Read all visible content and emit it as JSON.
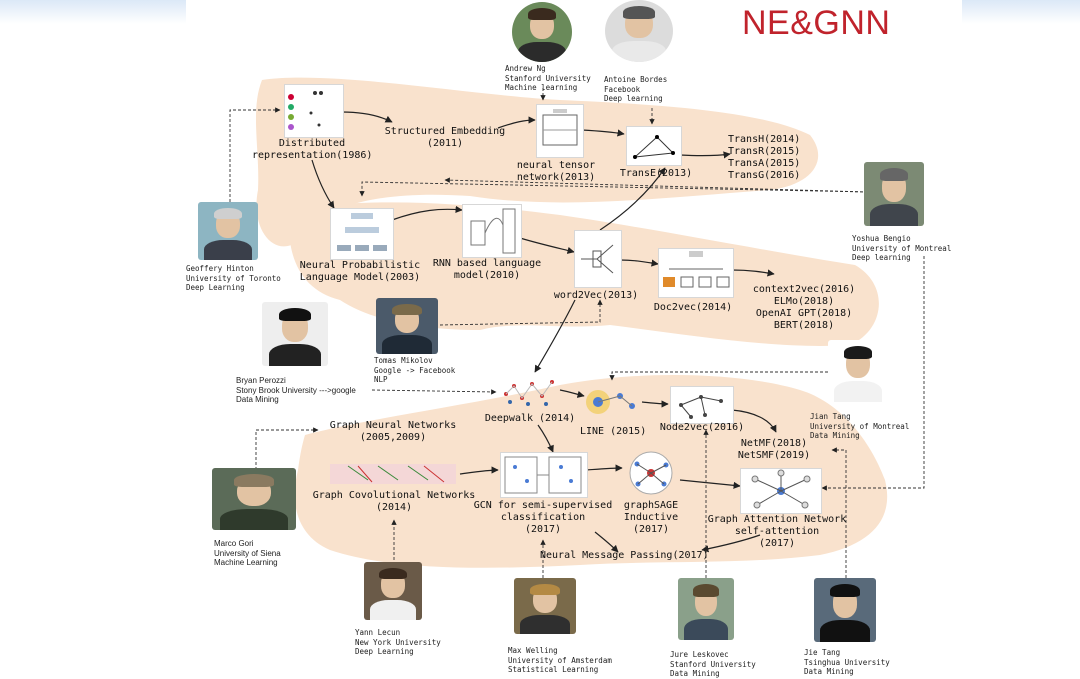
{
  "title": "NE&GNN",
  "nodes": {
    "distributed": "Distributed\nrepresentation(1986)",
    "structured": "Structured Embedding\n(2011)",
    "ntn": "neural tensor\nnetwork(2013)",
    "transe": "TransE(2013)",
    "transx": "TransH(2014)\nTransR(2015)\nTransA(2015)\nTransG(2016)",
    "nplm": "Neural Probabilistic\nLanguage Model(2003)",
    "rnnlm": "RNN based language\nmodel(2010)",
    "word2vec": "word2Vec(2013)",
    "doc2vec": "Doc2vec(2014)",
    "ctx": "context2vec(2016)\nELMo(2018)\nOpenAI GPT(2018)\nBERT(2018)",
    "deepwalk": "Deepwalk (2014)",
    "line": "LINE (2015)",
    "node2vec": "Node2vec(2016)",
    "netmf": "NetMF(2018)\nNetSMF(2019)",
    "gnn": "Graph Neural Networks\n(2005,2009)",
    "gcnet": "Graph Covolutional Networks\n(2014)",
    "gcn": "GCN for semi-supervised\nclassification\n(2017)",
    "graphsage": "graphSAGE\nInductive\n(2017)",
    "gat": "Graph Attention Network\nself-attention\n(2017)",
    "mpnn": "Neural Message Passing(2017)"
  },
  "people": {
    "ng": "Andrew Ng\nStanford University\nMachine learning",
    "bordes": "Antoine Bordes\nFacebook\nDeep learning",
    "hinton": "Geoffery Hinton\nUniversity of Toronto\nDeep Learning",
    "bengio": "Yoshua Bengio\nUniversity of Montreal\nDeep learning",
    "mikolov": "Tomas Mikolov\nGoogle -> Facebook\nNLP",
    "perozzi": "Bryan Perozzi\nStony Brook University --->google\nData Mining",
    "jiantang": "Jian Tang\nUniversity of Montreal\nData Mining",
    "gori": "Marco Gori\nUniversity of Siena\nMachine Learning",
    "lecun": "Yann Lecun\nNew York University\nDeep Learning",
    "welling": "Max Welling\nUniversity of Amsterdam\nStatistical Learning",
    "leskovec": "Jure Leskovec\nStanford University\nData Mining",
    "jietang": "Jie Tang\nTsinghua University\nData Mining"
  },
  "colors": {
    "title": "#c0232c",
    "region": "#f9e2cd",
    "arrow": "#222222"
  }
}
